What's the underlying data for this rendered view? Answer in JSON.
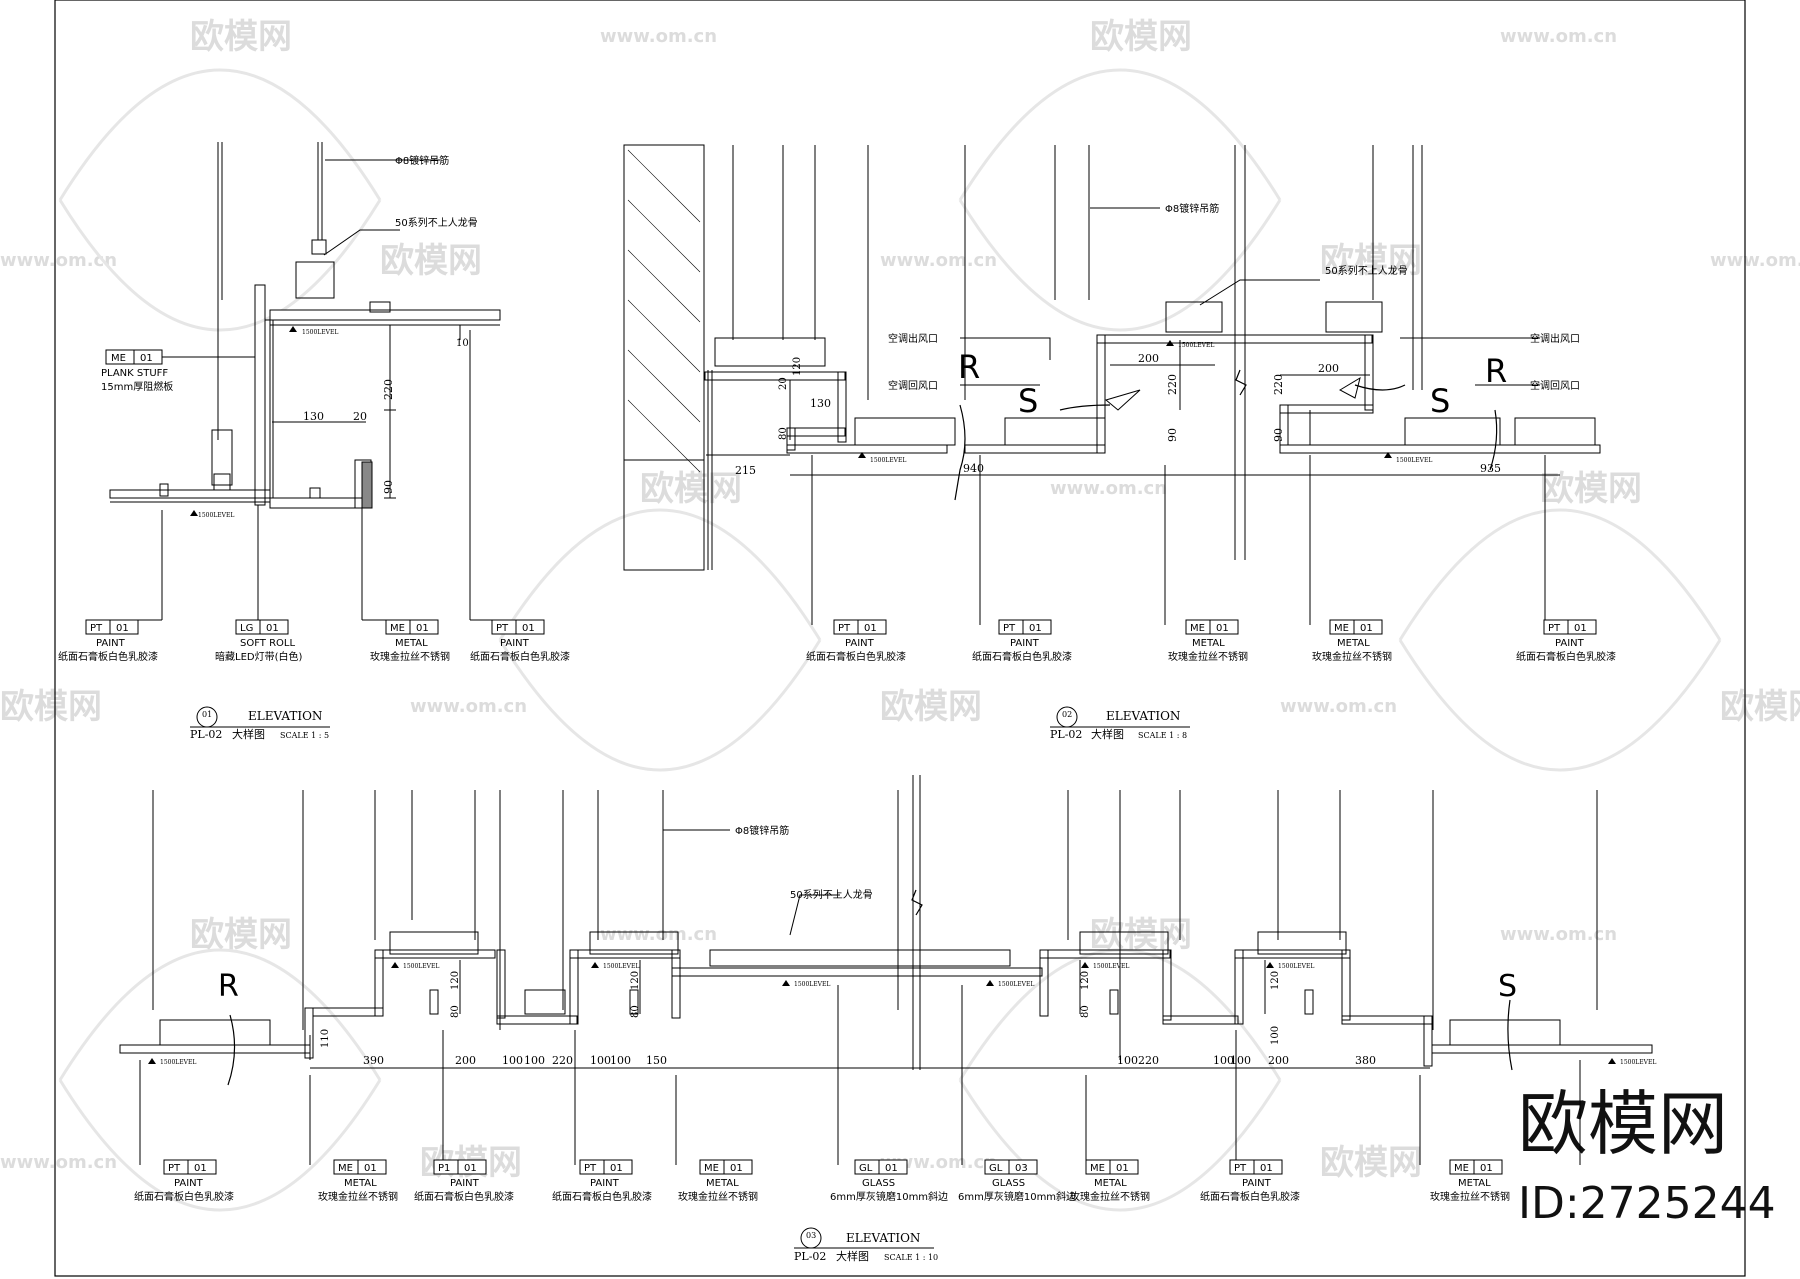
{
  "watermark": {
    "brand": "欧模网",
    "url": "www.om.cn",
    "big_brand": "欧模网",
    "big_id": "ID:2725244"
  },
  "notes": {
    "rod": "Φ8镀锌吊筋",
    "keel_d1": "50系列不上人龙骨",
    "keel_d2": "50系列不上人龙骨",
    "keel_d3": "50系列不上人龙骨",
    "ac_out": "空调出风口",
    "ac_in": "空调回风口",
    "plank": "PLANK STUFF",
    "plank_cn": "15mm厚阻燃板",
    "level": "1500LEVEL"
  },
  "tags": {
    "pt": {
      "code": "PT",
      "num": "01",
      "name": "PAINT",
      "desc": "纸面石膏板白色乳胶漆"
    },
    "pt_variant": {
      "code": "P1",
      "num": "01",
      "name": "PAINT",
      "desc": "纸面石膏板白色乳胶漆"
    },
    "lg": {
      "code": "LG",
      "num": "01",
      "name": "SOFT ROLL",
      "desc": "暗藏LED灯带(白色)"
    },
    "me": {
      "code": "ME",
      "num": "01",
      "name": "METAL",
      "desc": "玫瑰金拉丝不锈钢"
    },
    "me_plank": {
      "code": "ME",
      "num": "01"
    },
    "gl1": {
      "code": "GL",
      "num": "01",
      "name": "GLASS",
      "desc": "6mm厚灰镜磨10mm斜边"
    },
    "gl3": {
      "code": "GL",
      "num": "03",
      "name": "GLASS",
      "desc": "6mm厚灰镜磨10mm斜边"
    }
  },
  "symbols": {
    "return_air": "R",
    "supply_air": "S"
  },
  "titles": [
    {
      "num": "01",
      "sheet": "PL-02",
      "name": "ELEVATION",
      "sub": "大样图",
      "scale": "SCALE 1 : 5"
    },
    {
      "num": "02",
      "sheet": "PL-02",
      "name": "ELEVATION",
      "sub": "大样图",
      "scale": "SCALE 1 : 8"
    },
    {
      "num": "03",
      "sheet": "PL-02",
      "name": "ELEVATION",
      "sub": "大样图",
      "scale": "SCALE 1 : 10"
    }
  ],
  "dims": {
    "d1": {
      "d130": "130",
      "d20": "20",
      "d220": "220",
      "d90": "90",
      "d10": "10"
    },
    "d2": {
      "d20": "20",
      "d120": "120",
      "d130": "130",
      "d80": "80",
      "d215": "215",
      "d940": "940",
      "d200a": "200",
      "d220": "220",
      "d90a": "90",
      "d200b": "200",
      "d220b": "220",
      "d90b": "90",
      "d935": "935"
    },
    "d3": {
      "v120a": "120",
      "v80a": "80",
      "v110": "110",
      "v120b": "120",
      "v80b": "80",
      "v120c": "120",
      "v80c": "80",
      "v120d": "120",
      "v100": "100",
      "h390": "390",
      "h200a": "200",
      "h100a": "100",
      "h100b": "100",
      "h220a": "220",
      "h100c": "100",
      "h100d": "100",
      "h150": "150",
      "h100e": "100",
      "h220b": "220",
      "h100f": "100",
      "h100g": "100",
      "h200b": "200",
      "h380": "380"
    }
  }
}
